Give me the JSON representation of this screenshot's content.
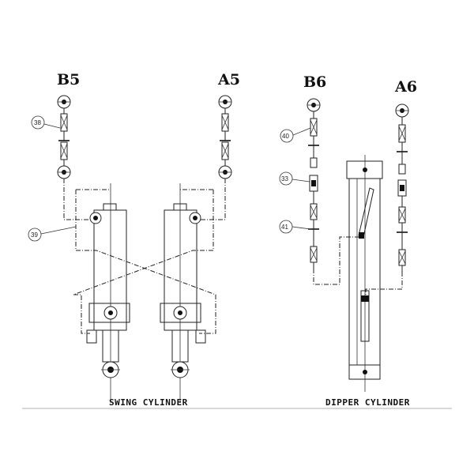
{
  "ports": {
    "b5": "B5",
    "a5": "A5",
    "b6": "B6",
    "a6": "A6"
  },
  "callouts": {
    "c38": "38",
    "c39": "39",
    "c40": "40",
    "c33": "33",
    "c41": "41"
  },
  "captions": {
    "swing": "SWING CYLINDER",
    "dipper": "DIPPER CYLINDER"
  }
}
